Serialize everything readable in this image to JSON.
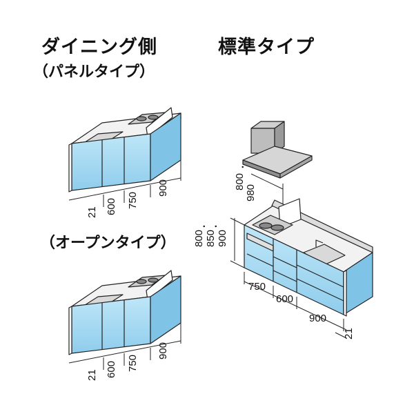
{
  "titles": {
    "dining_side": "ダイニング側",
    "panel_type": "（パネルタイプ）",
    "open_type": "（オープンタイプ）",
    "standard_type": "標準タイプ"
  },
  "panel_dims": {
    "d21": "21",
    "d600": "600",
    "d750": "750",
    "d900": "900"
  },
  "open_dims": {
    "d21": "21",
    "d600": "600",
    "d750": "750",
    "d900": "900"
  },
  "standard_dims": {
    "hood1": "800",
    "hood_sep": "・",
    "hood2": "980",
    "h800": "800",
    "h_sep1": "・",
    "h850": "850",
    "h_sep2": "・",
    "h900": "900",
    "w750": "750",
    "w600": "600",
    "w900": "900",
    "d21": "21"
  },
  "colors": {
    "cabinet_blue": "#a9dcf5",
    "cabinet_blue_dark": "#7fc4e6",
    "outline": "#222222",
    "counter": "#f2f2f2"
  }
}
